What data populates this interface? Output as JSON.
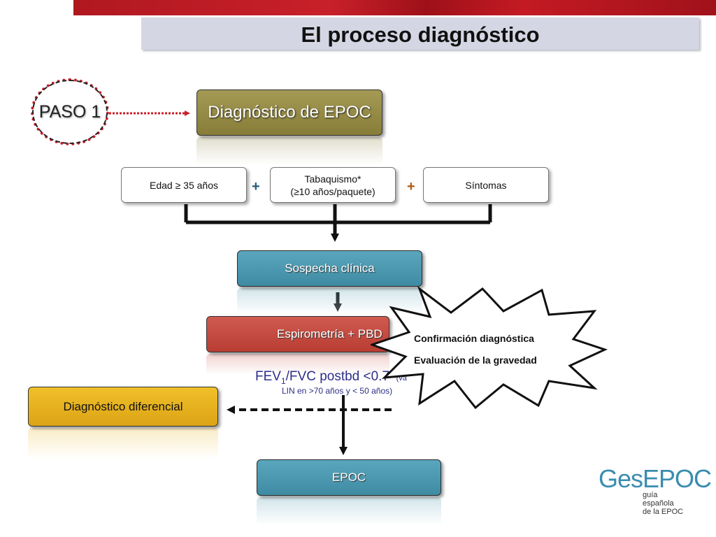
{
  "title": "El proceso diagnóstico",
  "step_label": "PASO 1",
  "diagnosis_box": "Diagnóstico de EPOC",
  "criteria": [
    {
      "label": "Edad ≥ 35 años"
    },
    {
      "label": "Tabaquismo*\n(≥10 años/paquete)"
    },
    {
      "label": "Síntomas"
    }
  ],
  "plus_sign": "+",
  "suspicion_box": "Sospecha clínica",
  "spirometry_box": "Espirometría + PBD",
  "ratio_text": {
    "main_prefix": "FEV",
    "subscript": "1",
    "main_suffix": "/FVC postbd <0.7",
    "note": "*(va"
  },
  "lin_note": "LIN en >70 años y < 50 años)",
  "differential_box": "Diagnóstico diferencial",
  "result_box": "EPOC",
  "burst": {
    "line1": "Confirmación diagnóstica",
    "line2": "Evaluación de la gravedad"
  },
  "logo": {
    "main": "GesEPOC",
    "sub": "guía\nespañola\nde la EPOC"
  },
  "colors": {
    "teal": "#4a97ad",
    "olive": "#968b45",
    "red_box": "#c54a40",
    "yellow_box": "#e8b21e",
    "red_accent": "#c8202a",
    "ratio_text": "#2e2f8a",
    "plus_color": "#b05a12"
  }
}
